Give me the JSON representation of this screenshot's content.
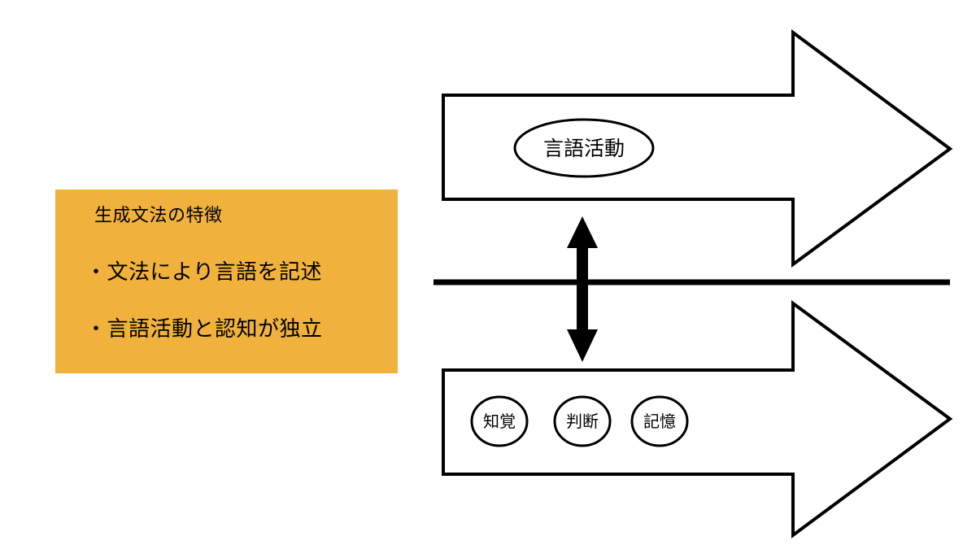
{
  "slide": {
    "background_color": "#ffffff",
    "title": ""
  },
  "feature_box": {
    "background_color": "#f0b23c",
    "text_color": "#000000",
    "title": "生成文法の特徴",
    "bullets": [
      "・文法により言語を記述",
      "・言語活動と認知が独立"
    ]
  },
  "diagram": {
    "stroke_color": "#000000",
    "fill_color": "#ffffff",
    "divider": {
      "name": "horizontal-separator-line",
      "color": "#000000"
    },
    "bidirectional_arrow": {
      "name": "vertical-double-arrow",
      "color": "#000000",
      "direction": "up-down"
    },
    "top_arrow": {
      "name": "language-activity-arrow",
      "direction": "right",
      "nodes": [
        {
          "label": "言語活動",
          "shape": "ellipse"
        }
      ]
    },
    "bottom_arrow": {
      "name": "cognition-arrow",
      "direction": "right",
      "nodes": [
        {
          "label": "知覚",
          "shape": "circle"
        },
        {
          "label": "判断",
          "shape": "circle"
        },
        {
          "label": "記憶",
          "shape": "circle"
        }
      ]
    }
  }
}
